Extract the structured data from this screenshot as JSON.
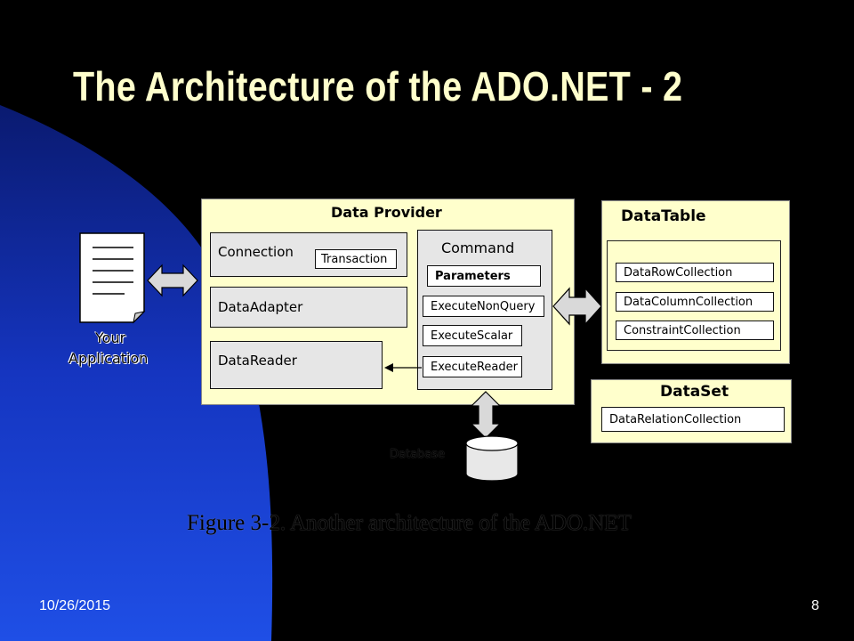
{
  "slide": {
    "title": "The Architecture of the ADO.NET - 2",
    "date": "10/26/2015",
    "page_number": "8",
    "caption": "Figure 3-2. Another architecture of the ADO.NET"
  },
  "diagram": {
    "application_label_line1": "Your",
    "application_label_line2": "Application",
    "data_provider": {
      "title": "Data Provider",
      "connection": "Connection",
      "transaction": "Transaction",
      "data_adapter": "DataAdapter",
      "data_reader": "DataReader",
      "command": {
        "title": "Command",
        "parameters": "Parameters",
        "execute_non_query": "ExecuteNonQuery",
        "execute_scalar": "ExecuteScalar",
        "execute_reader": "ExecuteReader"
      }
    },
    "data_table": {
      "title": "DataTable",
      "row_collection": "DataRowCollection",
      "column_collection": "DataColumnCollection",
      "constraint_collection": "ConstraintCollection"
    },
    "data_set": {
      "title": "DataSet",
      "relation_collection": "DataRelationCollection"
    },
    "database_label": "Database"
  },
  "colors": {
    "background": "#000000",
    "blue_shape": "#1a3fd6",
    "title": "#ffffcc",
    "panel": "#ffffcc",
    "box_gray": "#e6e6e6"
  }
}
